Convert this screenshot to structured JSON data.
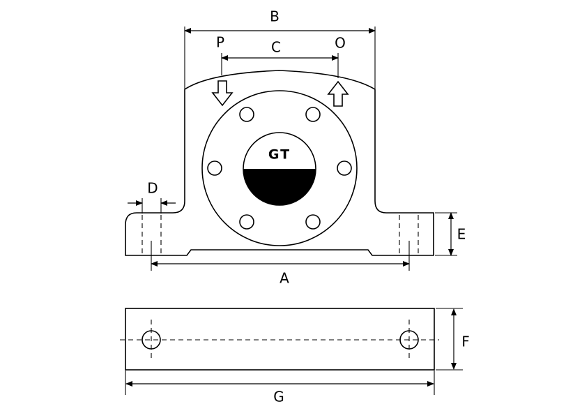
{
  "drawing": {
    "labels": {
      "A": "A",
      "B": "B",
      "C": "C",
      "D": "D",
      "E": "E",
      "F": "F",
      "G": "G",
      "P": "P",
      "O": "O"
    },
    "brand": "GT"
  }
}
